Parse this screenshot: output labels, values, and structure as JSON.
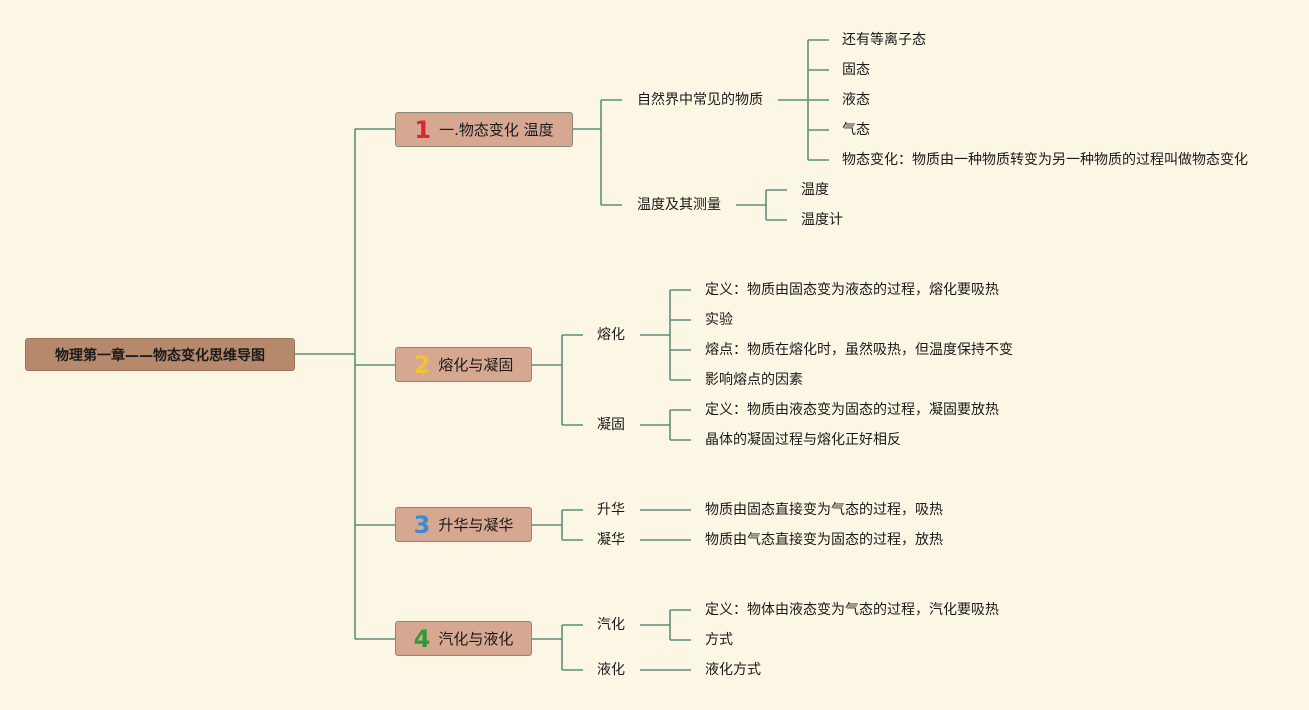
{
  "root": "物理第一章——物态变化思维导图",
  "colors": {
    "line": "#5b8f7c",
    "root_fill": "#b6896c",
    "topic_fill": "#d6a891",
    "background": "#fcf6e5"
  },
  "topics": [
    {
      "number": "1",
      "number_color": "#d8282b",
      "label": "一.物态变化 温度",
      "children": [
        {
          "label": "自然界中常见的物质",
          "children": [
            "还有等离子态",
            "固态",
            "液态",
            "气态",
            "物态变化：物质由一种物质转变为另一种物质的过程叫做物态变化"
          ]
        },
        {
          "label": "温度及其测量",
          "children": [
            "温度",
            "温度计"
          ]
        }
      ]
    },
    {
      "number": "2",
      "number_color": "#f2c230",
      "label": "熔化与凝固",
      "children": [
        {
          "label": "熔化",
          "children": [
            "定义：物质由固态变为液态的过程，熔化要吸热",
            "实验",
            "熔点：物质在熔化时，虽然吸热，但温度保持不变",
            "影响熔点的因素"
          ]
        },
        {
          "label": "凝固",
          "children": [
            "定义：物质由液态变为固态的过程，凝固要放热",
            "晶体的凝固过程与熔化正好相反"
          ]
        }
      ]
    },
    {
      "number": "3",
      "number_color": "#3a8ad6",
      "label": "升华与凝华",
      "children": [
        {
          "label": "升华",
          "children": [
            "物质由固态直接变为气态的过程，吸热"
          ]
        },
        {
          "label": "凝华",
          "children": [
            "物质由气态直接变为固态的过程，放热"
          ]
        }
      ]
    },
    {
      "number": "4",
      "number_color": "#2e9a3a",
      "label": "汽化与液化",
      "children": [
        {
          "label": "汽化",
          "children": [
            "定义：物体由液态变为气态的过程，汽化要吸热",
            "方式"
          ]
        },
        {
          "label": "液化",
          "children": [
            "液化方式"
          ]
        }
      ]
    }
  ]
}
